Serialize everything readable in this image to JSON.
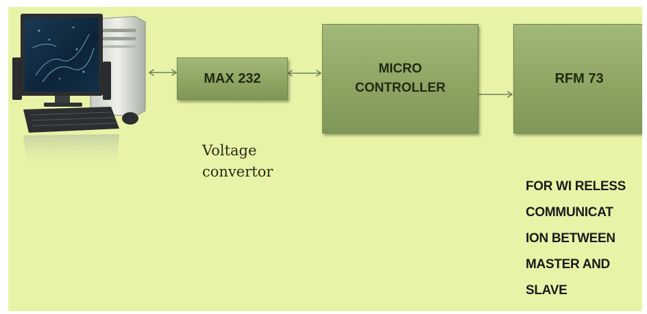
{
  "diagram": {
    "blocks": {
      "max232": "MAX 232",
      "microcontroller": "MICRO\nCONTROLLER",
      "rfm73": "RFM 73"
    },
    "captions": {
      "voltage_converter": "Voltage\nconvertor",
      "rfm_purpose": "FOR WI RELESS\nCOMMUNICAT\nION BETWEEN\nMASTER AND\nSLAVE"
    },
    "colors": {
      "background": "#e8f3a8",
      "block_fill": "#8ea564",
      "connector": "#6f7f55"
    },
    "icons": [
      "desktop-computer-icon"
    ]
  }
}
